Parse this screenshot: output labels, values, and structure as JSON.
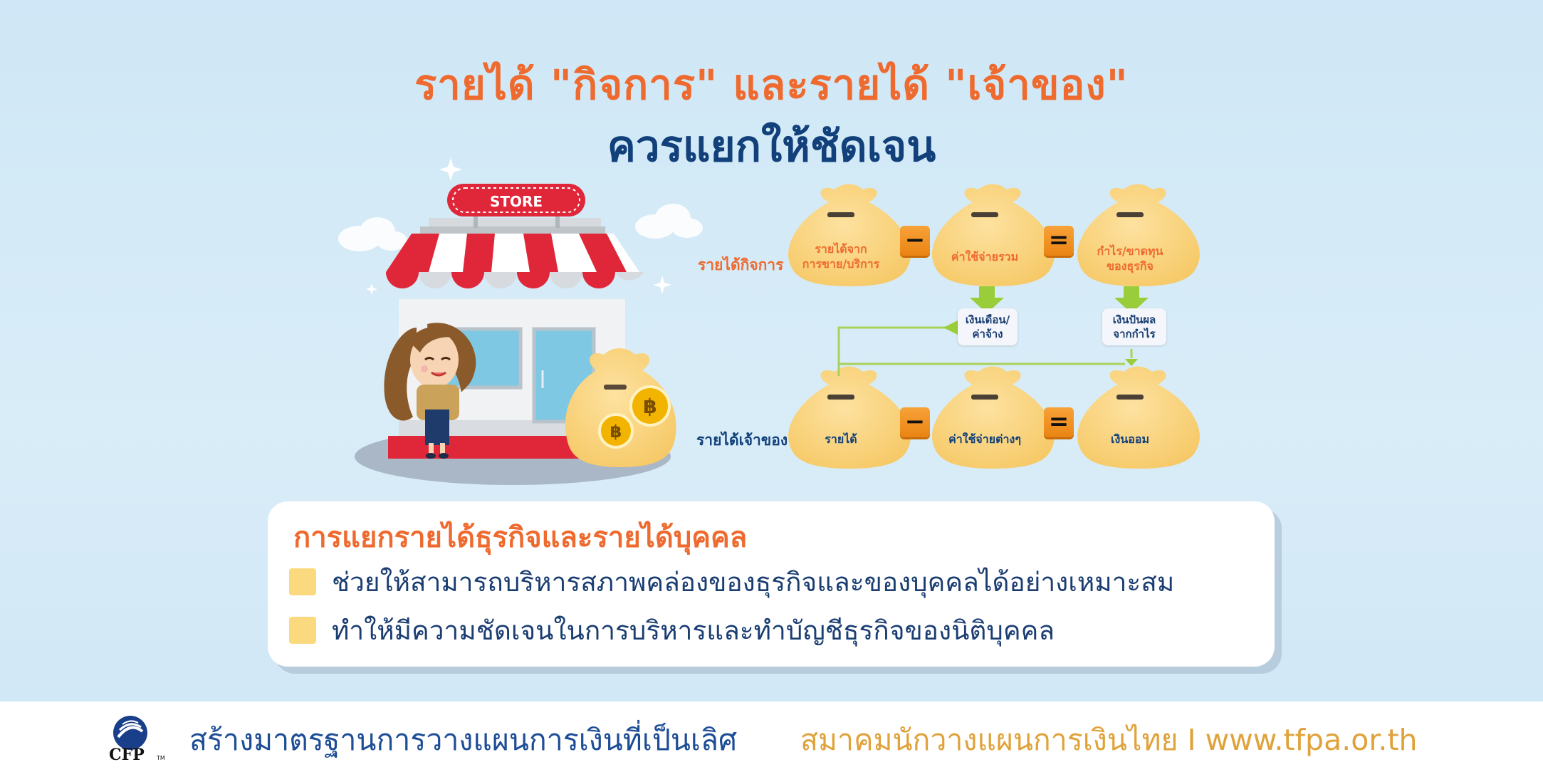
{
  "title": {
    "line1": "รายได้ \"กิจการ\" และรายได้ \"เจ้าของ\"",
    "line2": "ควรแยกให้ชัดเจน"
  },
  "store": {
    "sign": "STORE"
  },
  "diagram": {
    "business_row_label": "รายได้กิจการ",
    "owner_row_label": "รายได้เจ้าของ",
    "business_bags": [
      "รายได้จาก\nการขาย/บริการ",
      "ค่าใช้จ่ายรวม",
      "กำไร/ขาดทุน\nของธุรกิจ"
    ],
    "owner_bags": [
      "รายได้",
      "ค่าใช้จ่ายต่างๆ",
      "เงินออม"
    ],
    "minus": "−",
    "equals": "=",
    "salary_box": "เงินเดือน/\nค่าจ้าง",
    "dividend_box": "เงินปันผล\nจากกำไร"
  },
  "panel": {
    "title": "การแยกรายได้ธุรกิจและรายได้บุคคล",
    "bullets": [
      "ช่วยให้สามารถบริหารสภาพคล่องของธุรกิจและของบุคคลได้อย่างเหมาะสม",
      "ทำให้มีความชัดเจนในการบริหารและทำบัญชีธุรกิจของนิติบุคคล"
    ]
  },
  "footer": {
    "logo_text": "CFP",
    "logo_tm": "TM",
    "slogan": "สร้างมาตรฐานการวางแผนการเงินที่เป็นเลิศ",
    "association": "สมาคมนักวางแผนการเงินไทย I www.tfpa.or.th"
  },
  "colors": {
    "title_orange": "#ee6a2f",
    "title_navy": "#11407a",
    "bag": "#fbd27c",
    "operator": "#f39a2a",
    "arrow_green": "#8cc63f",
    "bullet": "#fbd97e"
  }
}
